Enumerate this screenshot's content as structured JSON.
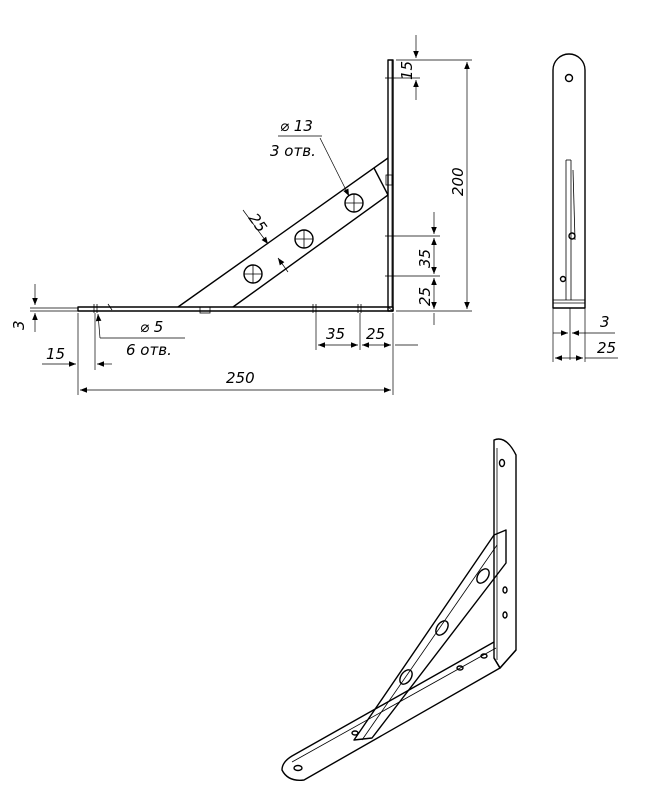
{
  "front_view": {
    "dim_height": "200",
    "dim_top": "15",
    "dim_hole_spacing_v": "35",
    "dim_hole_offset_v": "25",
    "dim_brace_width": "25",
    "dim_large_hole_diameter": "⌀ 13",
    "dim_large_hole_count": "3 отв.",
    "dim_small_hole_diameter": "⌀ 5",
    "dim_small_hole_count": "6 отв.",
    "dim_thickness": "3",
    "dim_hole_offset_h": "15",
    "dim_hole_spacing_h": "35",
    "dim_hole_end_h": "25",
    "dim_length": "250"
  },
  "side_view": {
    "dim_thickness": "3",
    "dim_width": "25"
  },
  "colors": {
    "line": "#000000",
    "background": "#ffffff"
  }
}
